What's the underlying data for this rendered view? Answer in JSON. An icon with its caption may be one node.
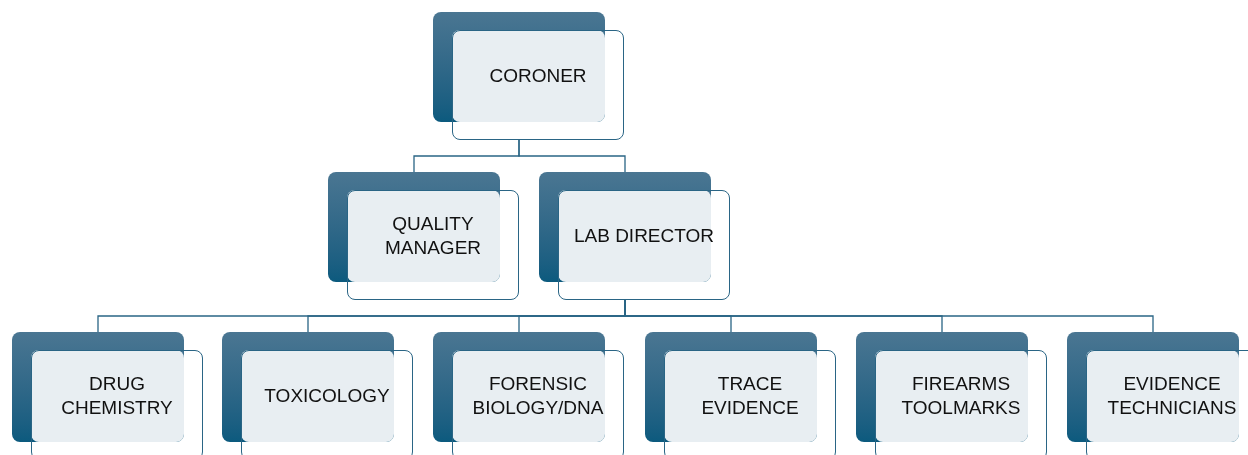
{
  "diagram": {
    "nodes": [
      {
        "text": [
          "CORONER"
        ]
      },
      {
        "text": [
          "QUALITY MANAGER"
        ]
      },
      {
        "text": [
          "LAB DIRECTOR"
        ]
      },
      {
        "text": [
          "DRUG CHEMISTRY"
        ]
      },
      {
        "text": [
          "TOXICOLOGY"
        ]
      },
      {
        "text": [
          "FORENSIC BIOLOGY/DNA"
        ]
      },
      {
        "text": [
          "TRACE EVIDENCE"
        ]
      },
      {
        "text": [
          "FIREARMS TOOLMARKS"
        ]
      },
      {
        "text": [
          "EVIDENCE TECHNICIANS"
        ]
      }
    ],
    "edges": [
      {
        "from": 0,
        "to": 1,
        "arrow": "none"
      },
      {
        "from": 0,
        "to": 2,
        "arrow": "none"
      },
      {
        "from": 2,
        "to": 3,
        "arrow": "none"
      },
      {
        "from": 2,
        "to": 4,
        "arrow": "none"
      },
      {
        "from": 2,
        "to": 5,
        "arrow": "none"
      },
      {
        "from": 2,
        "to": 6,
        "arrow": "none"
      },
      {
        "from": 2,
        "to": 7,
        "arrow": "none"
      },
      {
        "from": 2,
        "to": 8,
        "arrow": "none"
      }
    ]
  }
}
